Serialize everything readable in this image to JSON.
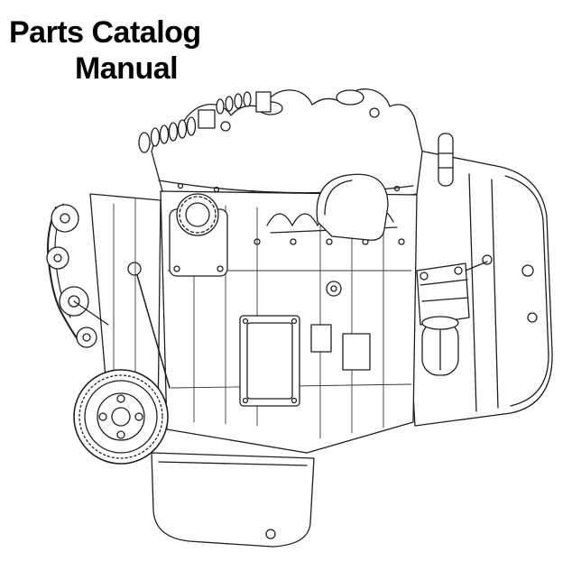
{
  "page": {
    "background_color": "#ffffff"
  },
  "title": {
    "line1": "Parts Catalog",
    "line2": "Manual",
    "color": "#000000"
  },
  "illustration": {
    "name": "diesel-engine-line-drawing",
    "description": "Black and white technical line illustration of a six-cylinder diesel engine, three-quarter front-left view, with valve cover, belt pulleys, crankshaft damper, fuel filter, flywheel housing and oil pan",
    "stroke_color": "#1f1f1f"
  }
}
